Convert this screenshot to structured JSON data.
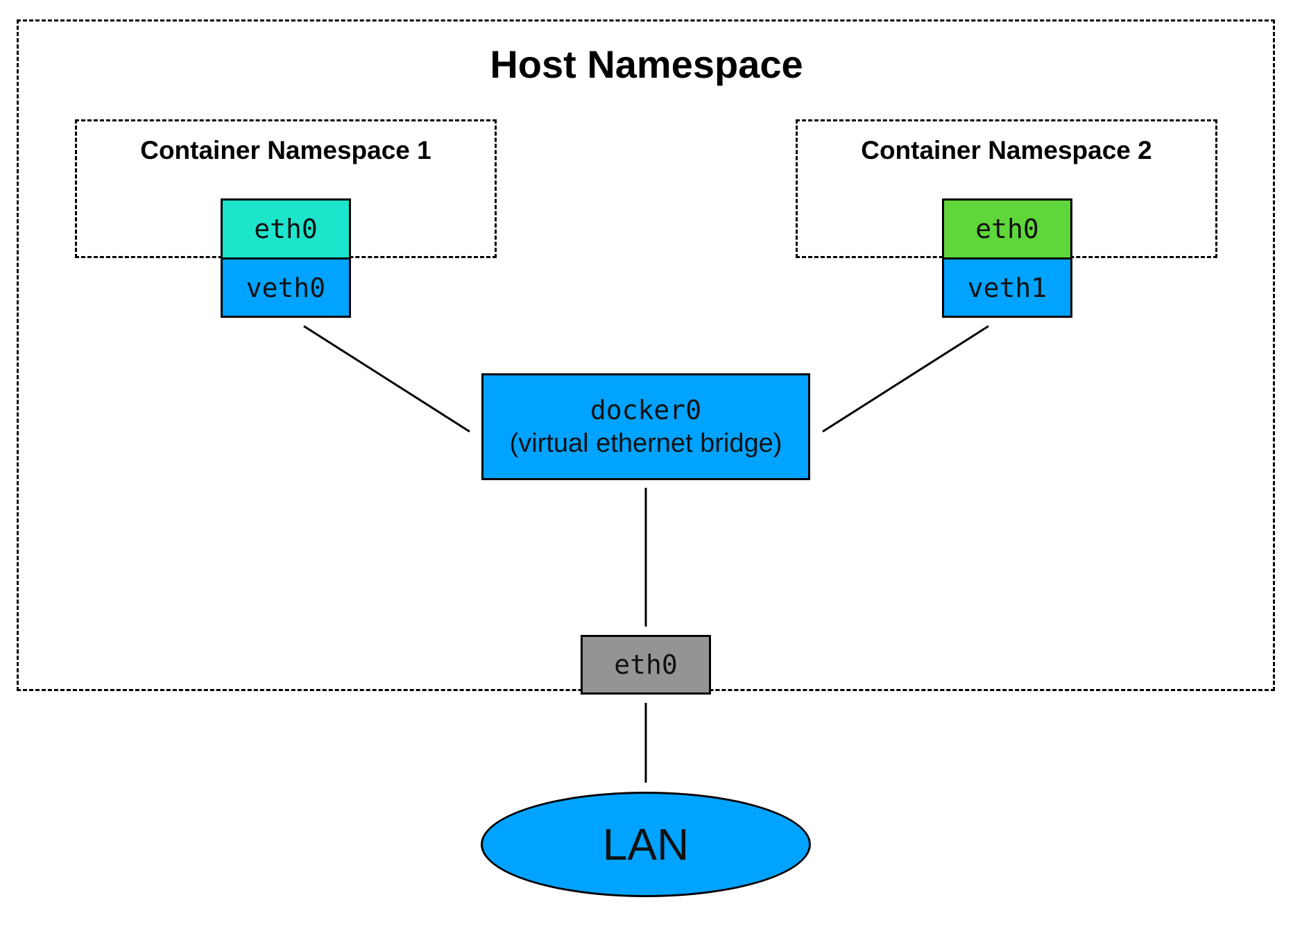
{
  "host_namespace": {
    "title": "Host Namespace"
  },
  "container_namespaces": [
    {
      "title": "Container Namespace 1",
      "eth_label": "eth0",
      "veth_label": "veth0",
      "eth_color": "#1de5cc"
    },
    {
      "title": "Container Namespace 2",
      "eth_label": "eth0",
      "veth_label": "veth1",
      "eth_color": "#5fd63a"
    }
  ],
  "bridge": {
    "name": "docker0",
    "description": "(virtual ethernet bridge)"
  },
  "host_interface": {
    "label": "eth0"
  },
  "network": {
    "label": "LAN"
  },
  "colors": {
    "veth": "#00a3ff",
    "bridge": "#00a3ff",
    "host_eth": "#949494",
    "lan": "#00a3ff"
  }
}
